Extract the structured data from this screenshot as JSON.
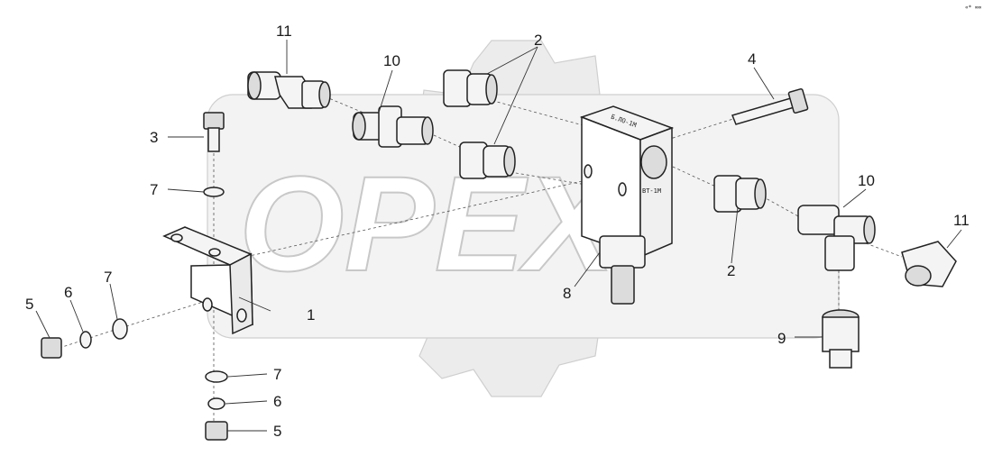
{
  "watermark": {
    "text": "OPEX"
  },
  "corner_mark": "«* ∞∞",
  "block_engraving": {
    "top": "Б.ЛО-1М",
    "side": "ВТ-1М"
  },
  "labels": {
    "p1": "1",
    "p2a": "2",
    "p2b": "2",
    "p3": "3",
    "p4": "4",
    "p5a": "5",
    "p5b": "5",
    "p6a": "6",
    "p6b": "6",
    "p7a": "7",
    "p7b": "7",
    "p7c": "7",
    "p8": "8",
    "p9": "9",
    "p10a": "10",
    "p10b": "10",
    "p11a": "11",
    "p11b": "11"
  }
}
